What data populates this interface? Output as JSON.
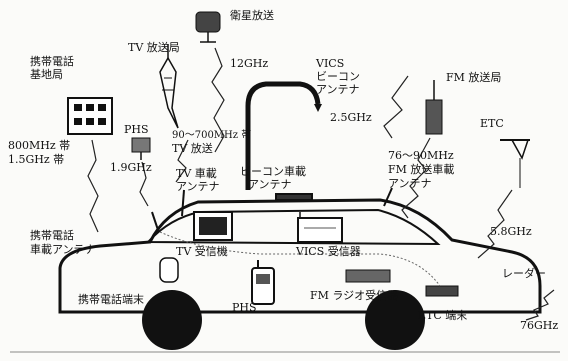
{
  "labels": {
    "tv_station": "TV 放送局",
    "satellite": "衛星放送",
    "satellite_freq": "12GHz",
    "vics_1": "VICS",
    "vics_2": "ビーコン",
    "vics_3": "アンテナ",
    "vics_freq": "2.5GHz",
    "fm_station": "FM 放送局",
    "etc": "ETC",
    "mobile_base_1": "携帯電話",
    "mobile_base_2": "基地局",
    "mobile_freq_1": "800MHz 帯",
    "mobile_freq_2": "1.5GHz 帯",
    "phs": "PHS",
    "phs_freq": "1.9GHz",
    "tv_band_1": "90～700MHz 帯",
    "tv_band_2": "TV 放送",
    "tv_car_ant_1": "TV 車載",
    "tv_car_ant_2": "アンテナ",
    "beacon_car_ant_1": "ビーコン車載",
    "beacon_car_ant_2": "アンテナ",
    "fm_band_1": "76～90MHz",
    "fm_band_2": "FM 放送車載",
    "fm_band_3": "アンテナ",
    "etc_freq": "5.8GHz",
    "mobile_car_ant_1": "携帯電話",
    "mobile_car_ant_2": "車載アンテナ",
    "tv_receiver": "TV 受信機",
    "vics_receiver": "VICS 受信器",
    "radar": "レーダー",
    "fm_receiver": "FM ラジオ受信器",
    "mobile_terminal": "携帯電話端末",
    "phs_device": "PHS",
    "etc_terminal": "ETC 端末",
    "radar_freq": "76GHz"
  }
}
